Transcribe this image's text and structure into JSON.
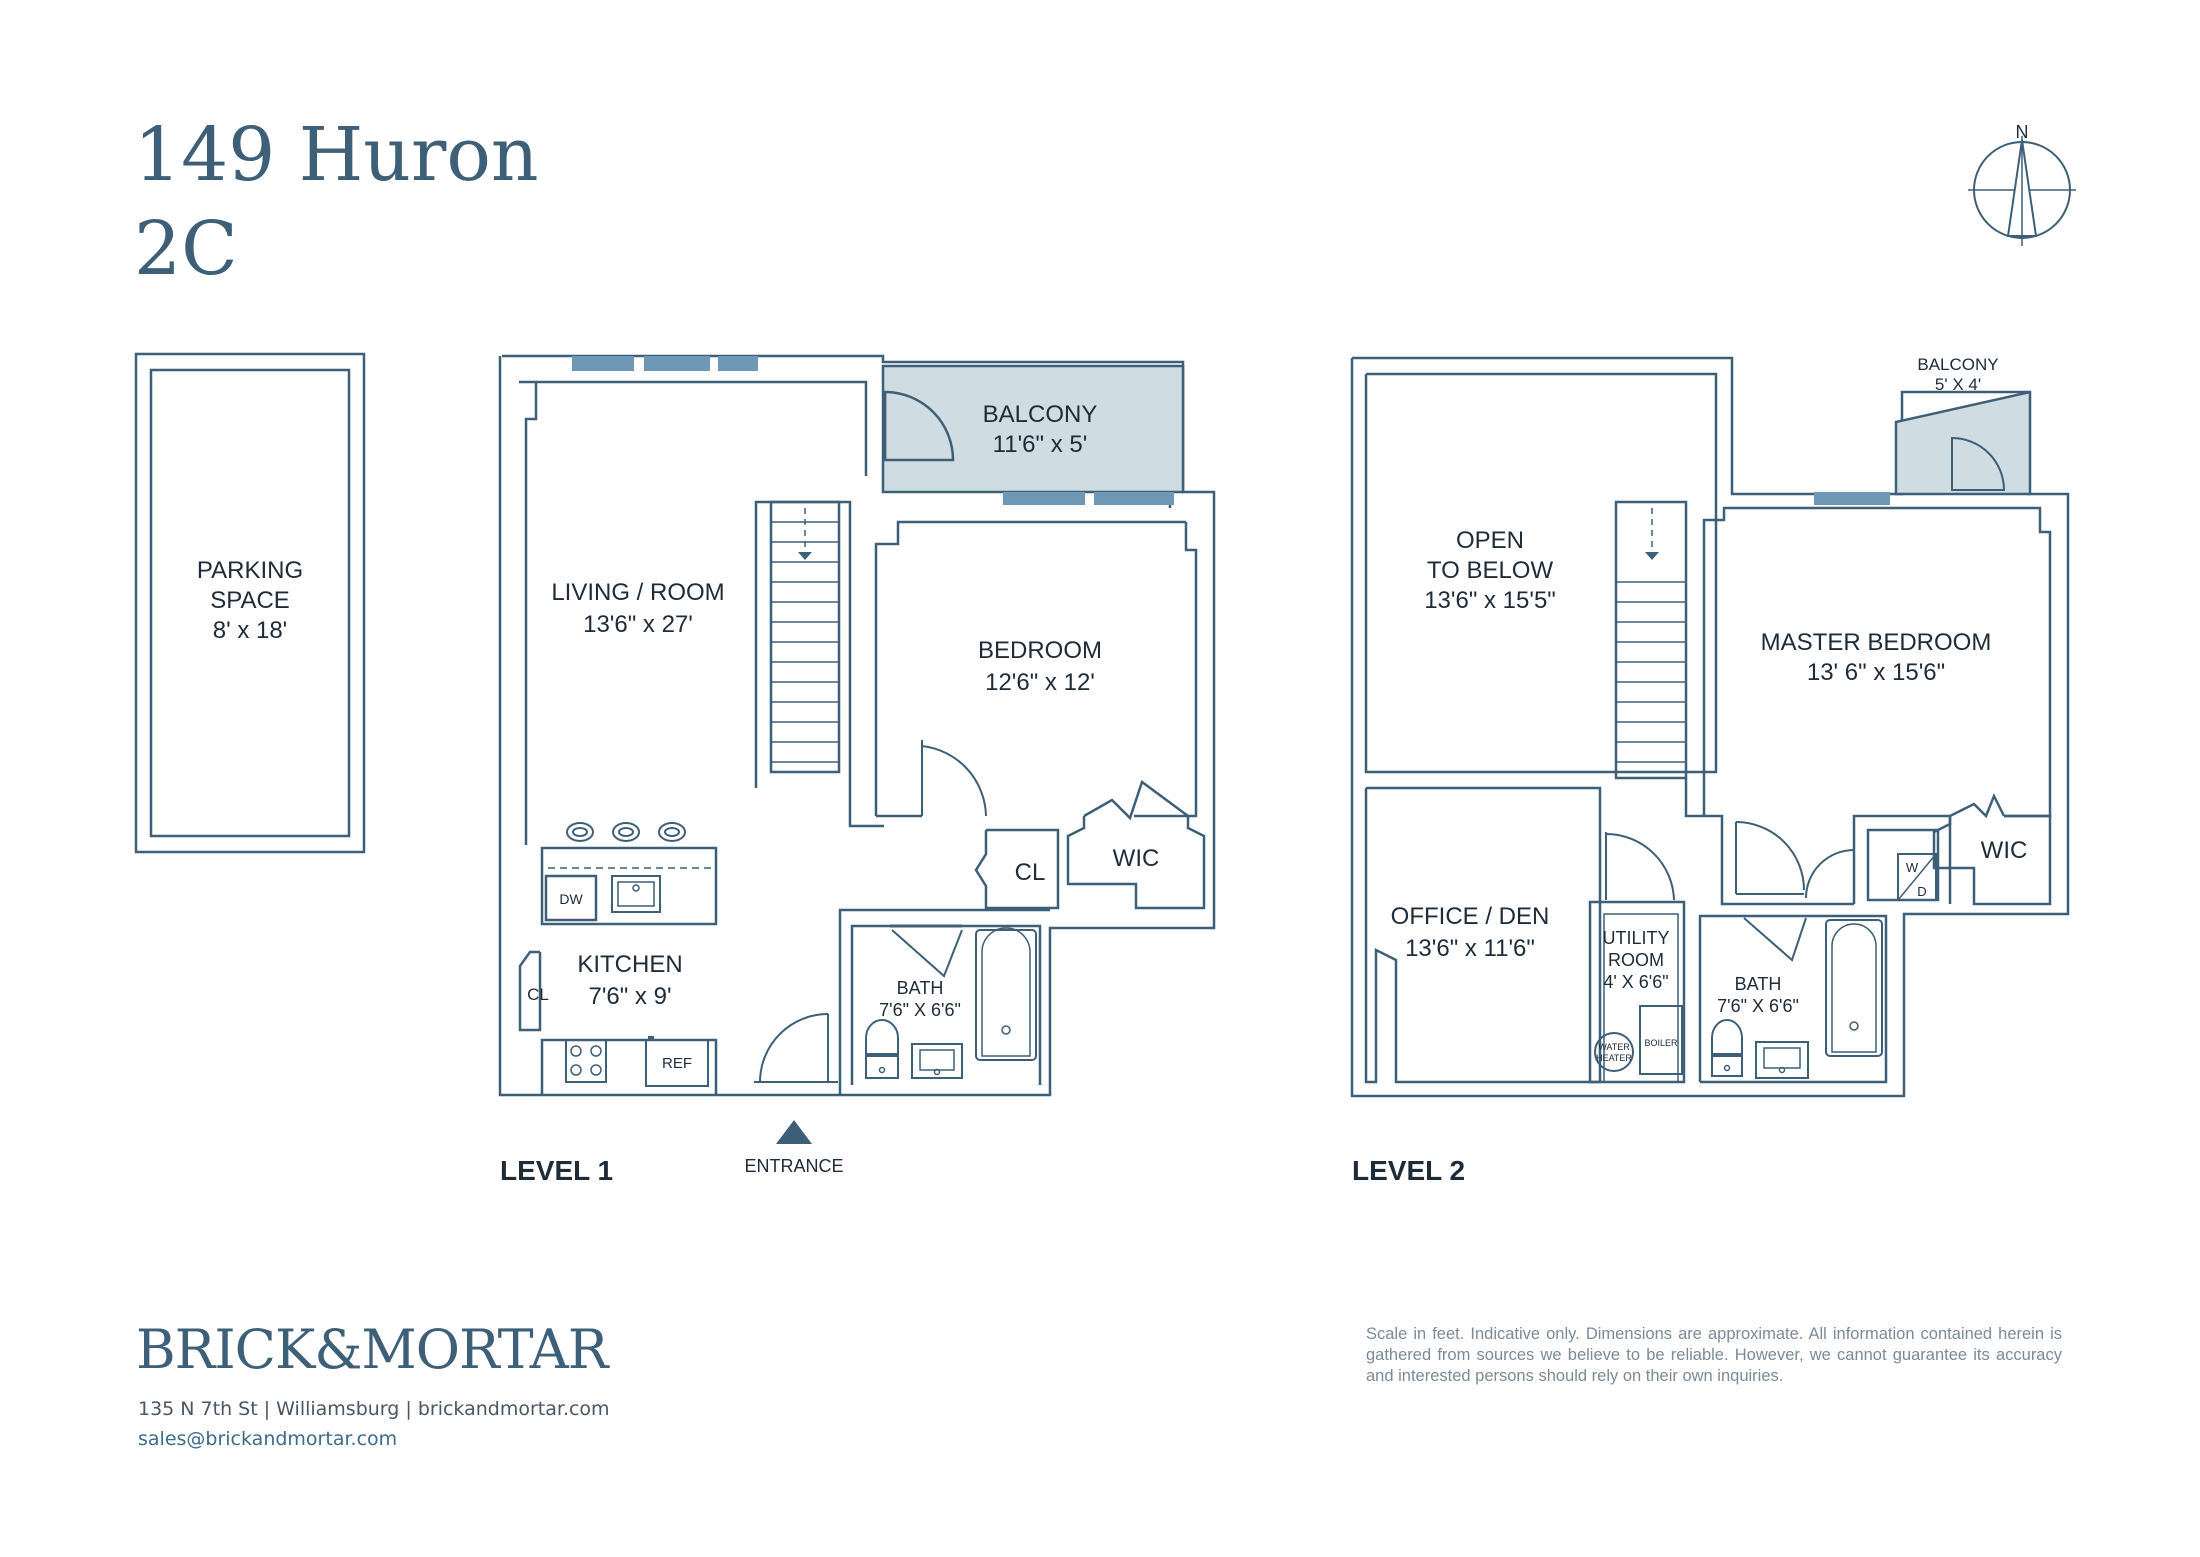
{
  "title": {
    "line1": "149 Huron",
    "line2": "2C"
  },
  "compass": {
    "north": "N"
  },
  "parking": {
    "line1": "PARKING",
    "line2": "SPACE",
    "dims": "8' x 18'"
  },
  "level1": {
    "label": "LEVEL 1",
    "entrance": "ENTRANCE",
    "living": {
      "name": "LIVING / ROOM",
      "dims": "13'6\" x 27'"
    },
    "balcony": {
      "name": "BALCONY",
      "dims": "11'6\" x 5'"
    },
    "bedroom": {
      "name": "BEDROOM",
      "dims": "12'6\" x 12'"
    },
    "kitchen": {
      "name": "KITCHEN",
      "dims": "7'6\" x 9'"
    },
    "bath": {
      "name": "BATH",
      "dims": "7'6\" X 6'6\""
    },
    "closet": "CL",
    "kitchen_closet": "CL",
    "wic": "WIC",
    "dw": "DW",
    "ref": "REF"
  },
  "level2": {
    "label": "LEVEL 2",
    "open": {
      "line1": "OPEN",
      "line2": "TO BELOW",
      "dims": "13'6\" x 15'5\""
    },
    "office": {
      "name": "OFFICE / DEN",
      "dims": "13'6\" x 11'6\""
    },
    "master": {
      "name": "MASTER BEDROOM",
      "dims": "13' 6\" x 15'6\""
    },
    "balcony": {
      "name": "BALCONY",
      "dims": "5' X 4'"
    },
    "utility": {
      "line1": "UTILITY",
      "line2": "ROOM",
      "dims": "4' X 6'6\""
    },
    "bath": {
      "name": "BATH",
      "dims": "7'6\" X 6'6\""
    },
    "water_heater": {
      "line1": "WATER",
      "line2": "HEATER"
    },
    "boiler": "BOILER",
    "washer": "W",
    "dryer": "D",
    "wic": "WIC"
  },
  "footer": {
    "brand": "BRICK&MORTAR",
    "address": "135 N 7th St | Williamsburg | brickandmortar.com",
    "email": "sales@brickandmortar.com",
    "disclaimer": "Scale in feet. Indicative only. Dimensions are approximate. All information contained herein is gathered from sources we believe to be reliable. However, we cannot guarantee its accuracy and interested persons should rely on their own inquiries."
  },
  "colors": {
    "wall": "#3d5f78",
    "balcony_fill": "#cfdde2",
    "window": "#6e98b5",
    "text": "#1e2b38"
  }
}
